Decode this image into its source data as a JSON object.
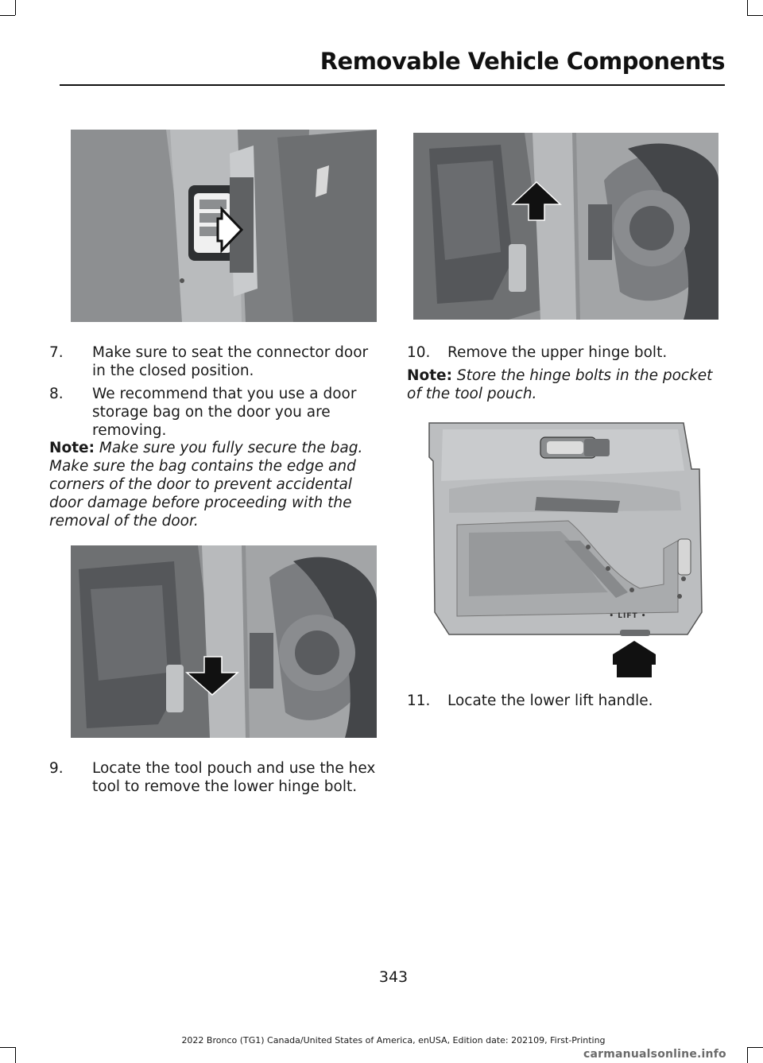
{
  "header": {
    "title": "Removable Vehicle Components"
  },
  "left_column": {
    "steps_a": [
      {
        "num": "7.",
        "text": "Make sure to seat the connector door in the closed position."
      },
      {
        "num": "8.",
        "text": "We recommend that you use a door storage bag on the door you are removing."
      }
    ],
    "note": {
      "label": "Note:",
      "text": "Make sure you fully secure the bag. Make sure the bag contains the edge and corners of the door to prevent accidental door damage before proceeding with the removal of the door."
    },
    "step_9": {
      "num": "9.",
      "text": "Locate the tool pouch and use the hex tool to remove the lower hinge bolt."
    }
  },
  "right_column": {
    "step_10": {
      "num": "10.",
      "text": "Remove the upper hinge bolt."
    },
    "note": {
      "label": "Note:",
      "text": "Store the hinge bolts in the pocket of the tool pouch."
    },
    "door_label": "• LIFT •",
    "step_11": {
      "num": "11.",
      "text": "Locate the lower lift handle."
    }
  },
  "figures": [
    {
      "name": "connector-door-figure",
      "arrow": "right"
    },
    {
      "name": "lower-hinge-bolt-figure",
      "arrow": "down"
    },
    {
      "name": "upper-hinge-bolt-figure",
      "arrow": "up"
    },
    {
      "name": "lower-lift-handle-figure",
      "arrow": "up"
    }
  ],
  "footer": {
    "page_number": "343",
    "edition": "2022 Bronco (TG1) Canada/United States of America, enUSA, Edition date: 202109, First-Printing",
    "watermark": "carmanualsonline.info"
  }
}
